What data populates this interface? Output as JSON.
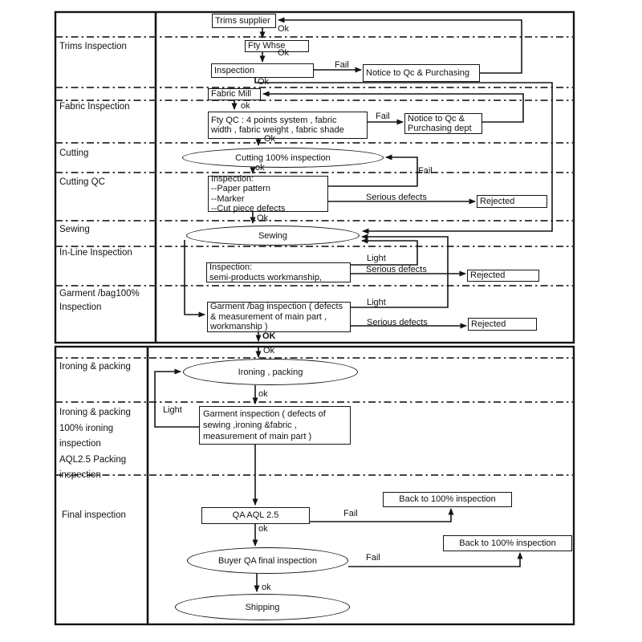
{
  "diagram_type": "quality-control-flowchart",
  "colors": {
    "line": "#151515",
    "background": "#ffffff",
    "text": "#111111"
  },
  "stages": [
    "Trims  Inspection",
    "Fabric Inspection",
    "Cutting",
    "Cutting QC",
    "Sewing",
    "In-Line Inspection",
    "Garment /bag100%\nInspection",
    "Ironing & packing",
    "Ironing & packing\n100% ironing\ninspection\nAQL2.5 Packing\ninspection",
    "Final inspection"
  ],
  "nodes": {
    "trims_supplier": {
      "shape": "box",
      "label": "Trims supplier"
    },
    "fty_whse": {
      "shape": "box",
      "label": "Fty Whse"
    },
    "inspection_trims": {
      "shape": "box",
      "label": "Inspection"
    },
    "notice_qc_purchasing": {
      "shape": "box",
      "label": "Notice to Qc & Purchasing"
    },
    "fabric_mill": {
      "shape": "box",
      "label": "Fabric Mill"
    },
    "fty_qc": {
      "shape": "box",
      "label": "Fty QC : 4 points system , fabric\nwidth , fabric weight , fabric shade"
    },
    "notice_qc_purchasing_dept": {
      "shape": "box",
      "label": "Notice to Qc &\nPurchasing dept"
    },
    "cutting_100_inspection": {
      "shape": "ellipse",
      "label": "Cutting 100% inspection"
    },
    "cutting_qc_inspection": {
      "shape": "box",
      "label": "Inspection:\n--Paper pattern\n--Marker\n--Cut piece defects"
    },
    "rejected_cutting": {
      "shape": "box",
      "label": "Rejected"
    },
    "sewing": {
      "shape": "ellipse",
      "label": "Sewing"
    },
    "inline_inspection": {
      "shape": "box",
      "label": "Inspection:\nsemi-products workmanship,"
    },
    "rejected_inline": {
      "shape": "box",
      "label": "Rejected"
    },
    "garment_bag_inspection": {
      "shape": "box",
      "label": "Garment /bag inspection ( defects\n& measurement of main part ,\nworkmanship )"
    },
    "rejected_garment": {
      "shape": "box",
      "label": "Rejected"
    },
    "ironing_packing": {
      "shape": "ellipse",
      "label": "Ironing , packing"
    },
    "garment_inspection_100": {
      "shape": "box",
      "label": "Garment inspection ( defects of\nsewing ,ironing &fabric ,\nmeasurement of main part )"
    },
    "qa_aql": {
      "shape": "box",
      "label": "QA AQL 2.5"
    },
    "back_to_100_a": {
      "shape": "box",
      "label": "Back to 100% inspection"
    },
    "buyer_qa_final": {
      "shape": "ellipse",
      "label": "Buyer QA final inspection"
    },
    "back_to_100_b": {
      "shape": "box",
      "label": "Back to 100% inspection"
    },
    "shipping": {
      "shape": "ellipse",
      "label": "Shipping"
    }
  },
  "labels": {
    "ok": "Ok",
    "ok_lower": "ok",
    "ok_bold": "OK",
    "fail": "Fail",
    "light": "Light",
    "serious_defects": "Serious defects"
  }
}
